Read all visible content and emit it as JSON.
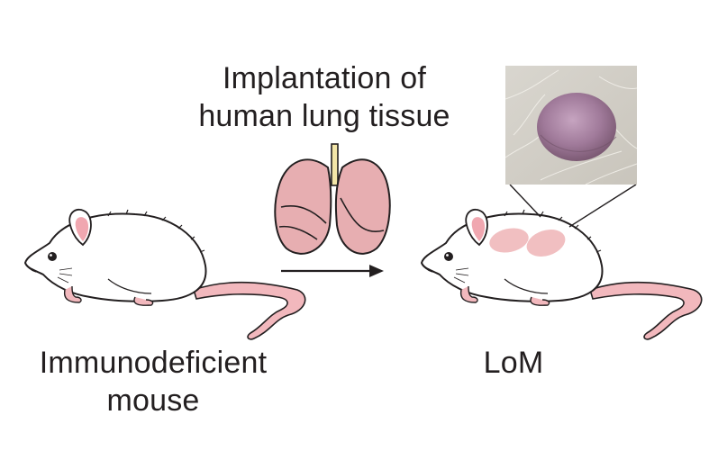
{
  "labels": {
    "implant_line1": "Implantation of",
    "implant_line2": "human lung tissue",
    "left_line1": "Immunodeficient",
    "left_line2": "mouse",
    "right": "LoM"
  },
  "colors": {
    "lung_fill": "#e7aeb1",
    "tail_pink": "#f2b8bd",
    "implant_patch": "#efb4b6",
    "photo_tissue": "#a07a9a",
    "outline": "#231f20"
  },
  "icons": [
    "mouse-icon",
    "lungs-icon",
    "arrow-right-icon",
    "tissue-photo"
  ]
}
